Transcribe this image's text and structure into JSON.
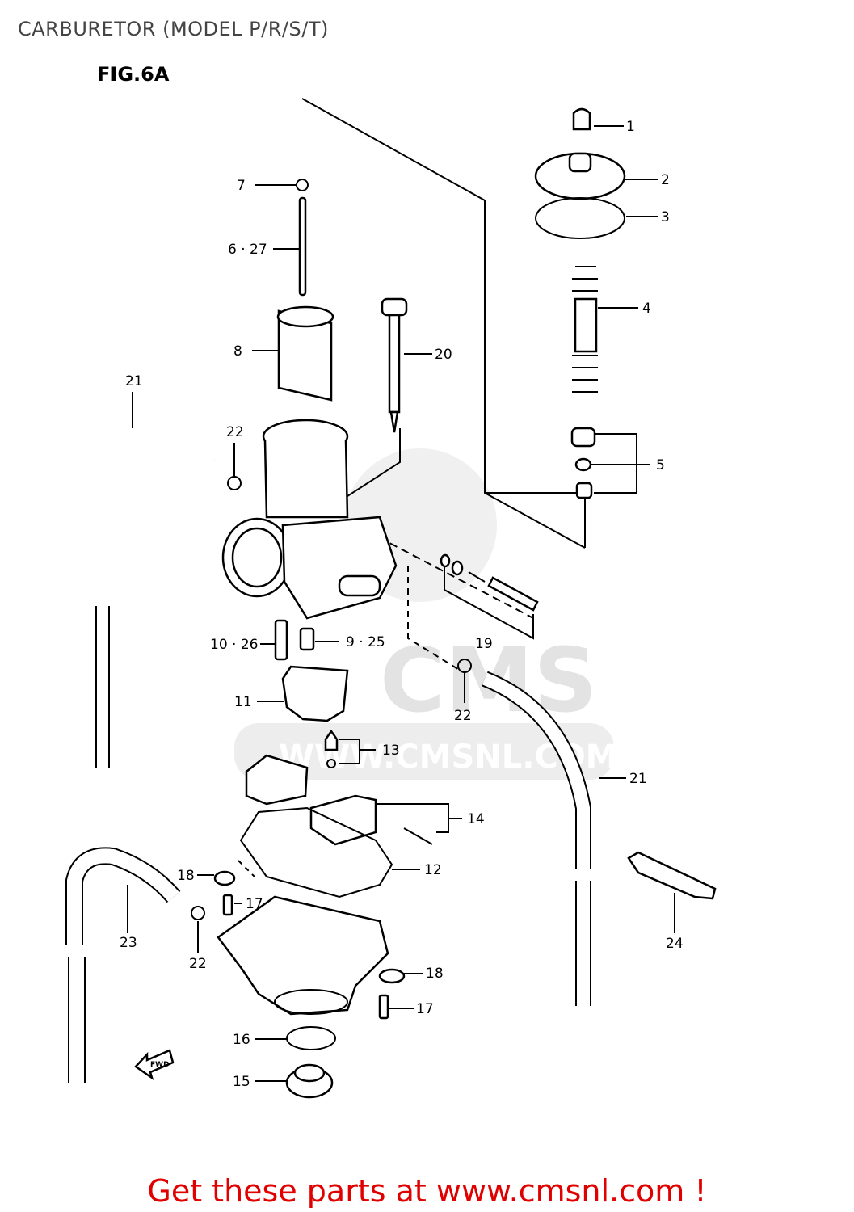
{
  "header": {
    "title": "CARBURETOR (MODEL P/R/S/T)",
    "figure": "FIG.6A"
  },
  "watermark": {
    "brand": "CMS",
    "url": "WWW.CMSNL.COM"
  },
  "callouts": [
    {
      "id": "c1",
      "text": "1"
    },
    {
      "id": "c2",
      "text": "2"
    },
    {
      "id": "c3",
      "text": "3"
    },
    {
      "id": "c4",
      "text": "4"
    },
    {
      "id": "c5",
      "text": "5"
    },
    {
      "id": "c6",
      "text": "6 · 27"
    },
    {
      "id": "c7",
      "text": "7"
    },
    {
      "id": "c8",
      "text": "8"
    },
    {
      "id": "c9",
      "text": "9 · 25"
    },
    {
      "id": "c10",
      "text": "10 · 26"
    },
    {
      "id": "c11",
      "text": "11"
    },
    {
      "id": "c12",
      "text": "12"
    },
    {
      "id": "c13",
      "text": "13"
    },
    {
      "id": "c14",
      "text": "14"
    },
    {
      "id": "c15",
      "text": "15"
    },
    {
      "id": "c16",
      "text": "16"
    },
    {
      "id": "c17a",
      "text": "17"
    },
    {
      "id": "c17b",
      "text": "17"
    },
    {
      "id": "c18a",
      "text": "18"
    },
    {
      "id": "c18b",
      "text": "18"
    },
    {
      "id": "c19",
      "text": "19"
    },
    {
      "id": "c20",
      "text": "20"
    },
    {
      "id": "c21a",
      "text": "21"
    },
    {
      "id": "c21b",
      "text": "21"
    },
    {
      "id": "c22a",
      "text": "22"
    },
    {
      "id": "c22b",
      "text": "22"
    },
    {
      "id": "c22c",
      "text": "22"
    },
    {
      "id": "c23",
      "text": "23"
    },
    {
      "id": "c24",
      "text": "24"
    }
  ],
  "fwd_label": "FWD",
  "footer": {
    "text": "Get these parts at www.cmsnl.com !"
  }
}
